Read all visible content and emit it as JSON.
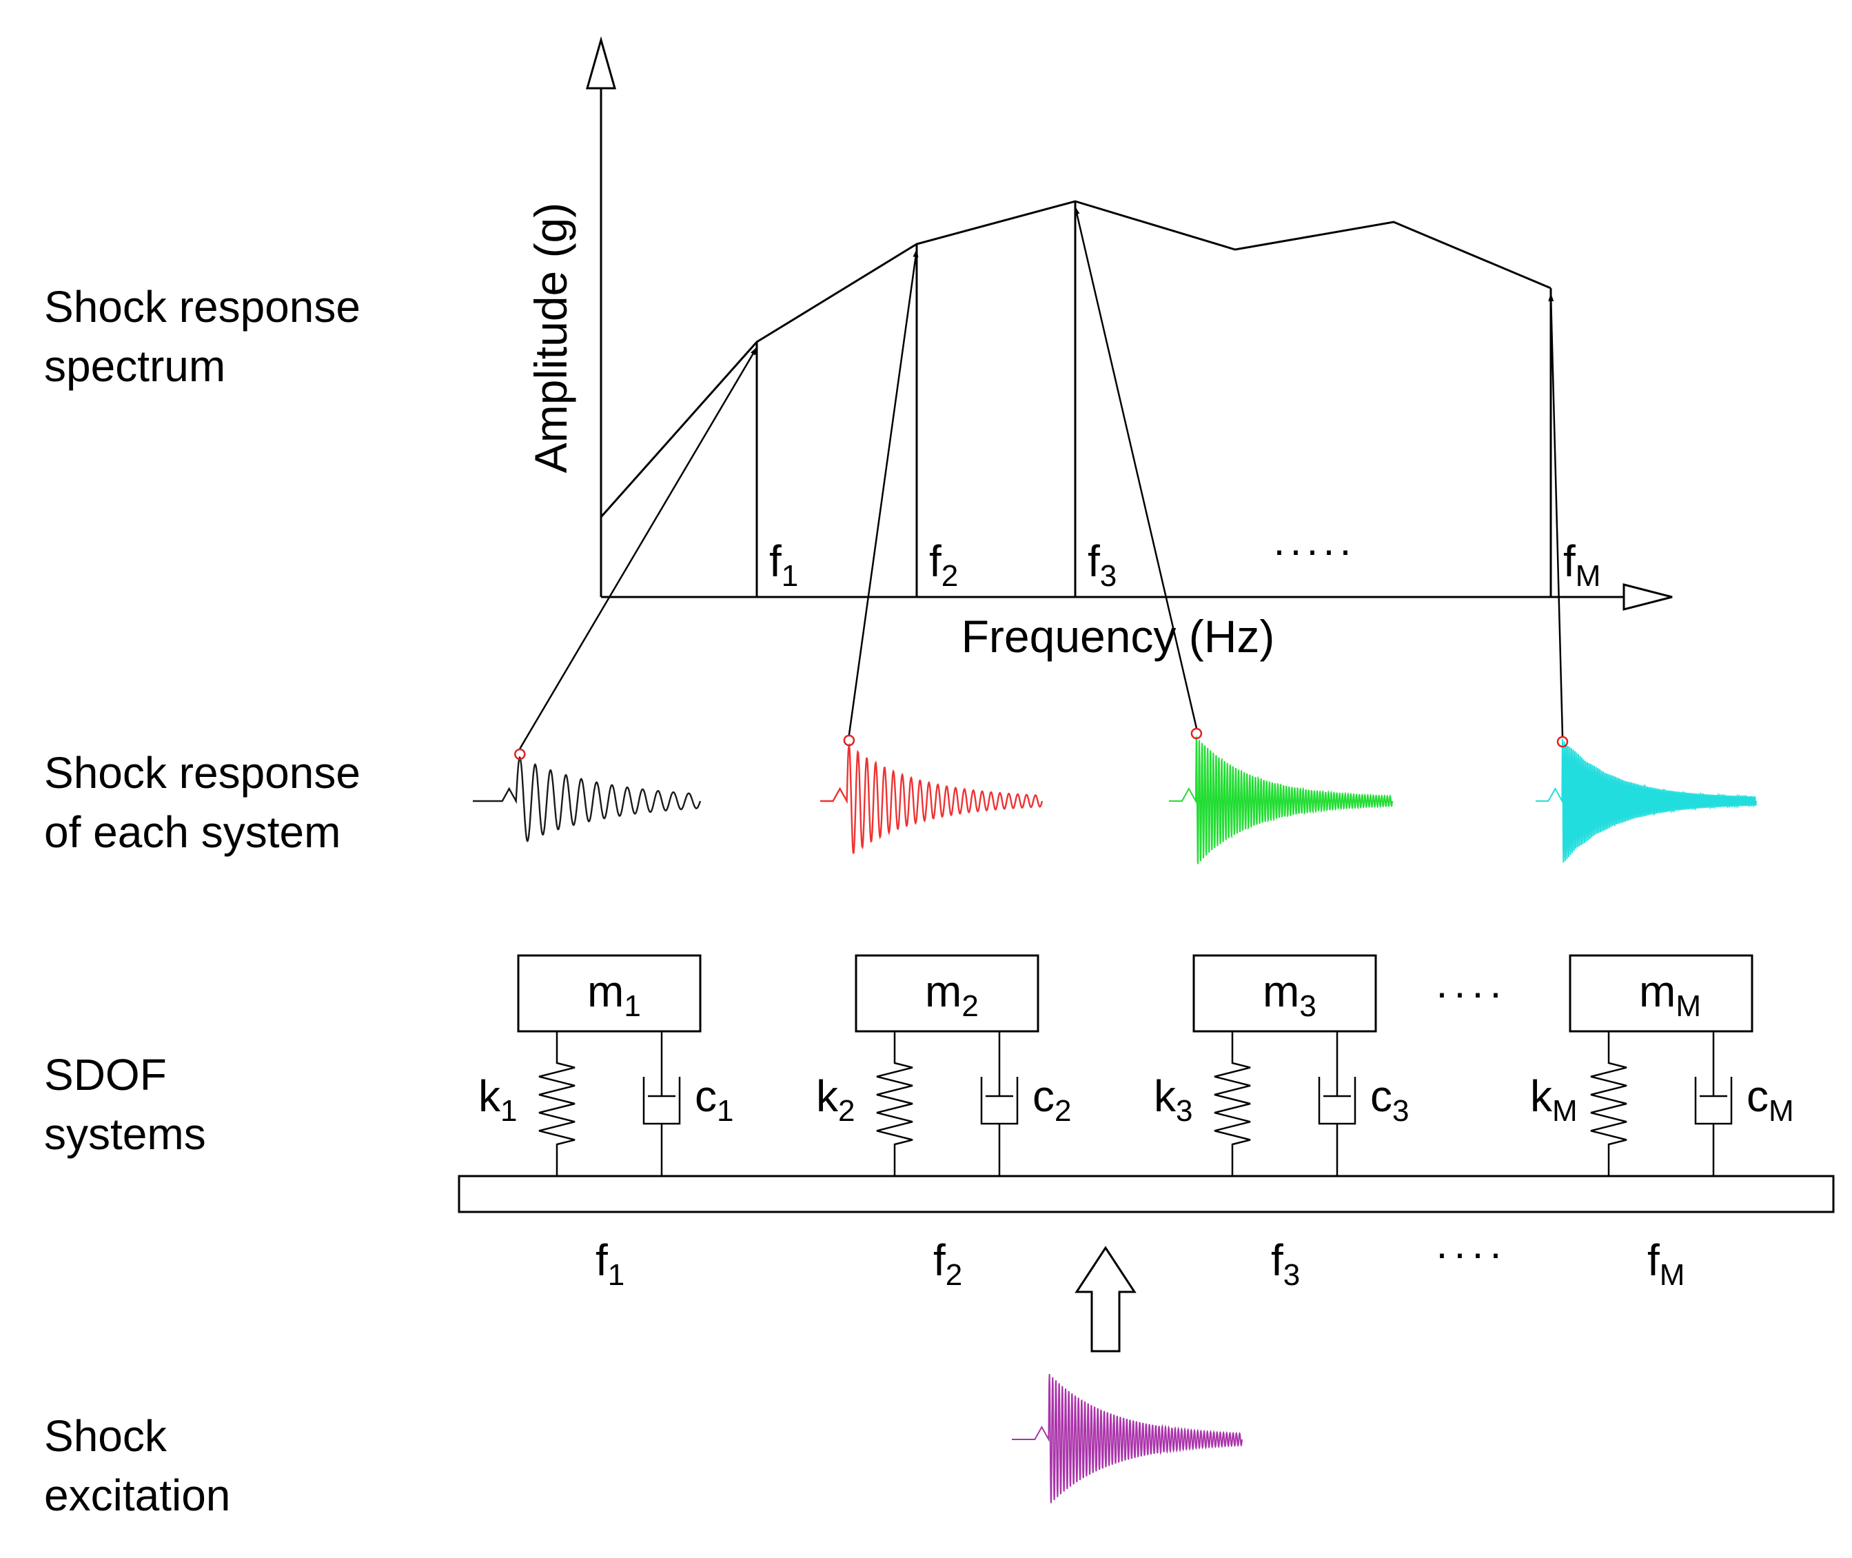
{
  "row_labels": {
    "srs": [
      "Shock response",
      "spectrum"
    ],
    "each": [
      "Shock response",
      "of each system"
    ],
    "sdof": [
      "SDOF",
      "systems"
    ],
    "excitation": [
      "Shock",
      "excitation"
    ]
  },
  "spectrum": {
    "ylabel": "Amplitude (g)",
    "xlabel": "Frequency (Hz)",
    "ticks": [
      {
        "base": "f",
        "sub": "1"
      },
      {
        "base": "f",
        "sub": "2"
      },
      {
        "base": "f",
        "sub": "3"
      },
      {
        "base": "f",
        "sub": "M"
      }
    ],
    "ellipsis": "·····"
  },
  "responses": [
    {
      "color": "#1a1a1a",
      "marker_color": "#dd2222"
    },
    {
      "color": "#ee3333",
      "marker_color": "#dd2222"
    },
    {
      "color": "#22dd33",
      "marker_color": "#dd2222"
    },
    {
      "color": "#22dddd",
      "marker_color": "#dd2222"
    }
  ],
  "systems": [
    {
      "mass": {
        "base": "m",
        "sub": "1"
      },
      "spring": {
        "base": "k",
        "sub": "1"
      },
      "damper": {
        "base": "c",
        "sub": "1"
      },
      "freq": {
        "base": "f",
        "sub": "1"
      }
    },
    {
      "mass": {
        "base": "m",
        "sub": "2"
      },
      "spring": {
        "base": "k",
        "sub": "2"
      },
      "damper": {
        "base": "c",
        "sub": "2"
      },
      "freq": {
        "base": "f",
        "sub": "2"
      }
    },
    {
      "mass": {
        "base": "m",
        "sub": "3"
      },
      "spring": {
        "base": "k",
        "sub": "3"
      },
      "damper": {
        "base": "c",
        "sub": "3"
      },
      "freq": {
        "base": "f",
        "sub": "3"
      }
    },
    {
      "mass": {
        "base": "m",
        "sub": "M"
      },
      "spring": {
        "base": "k",
        "sub": "M"
      },
      "damper": {
        "base": "c",
        "sub": "M"
      },
      "freq": {
        "base": "f",
        "sub": "M"
      }
    }
  ],
  "systems_ellipsis": "····",
  "excitation": {
    "color": "#aa33aa"
  }
}
